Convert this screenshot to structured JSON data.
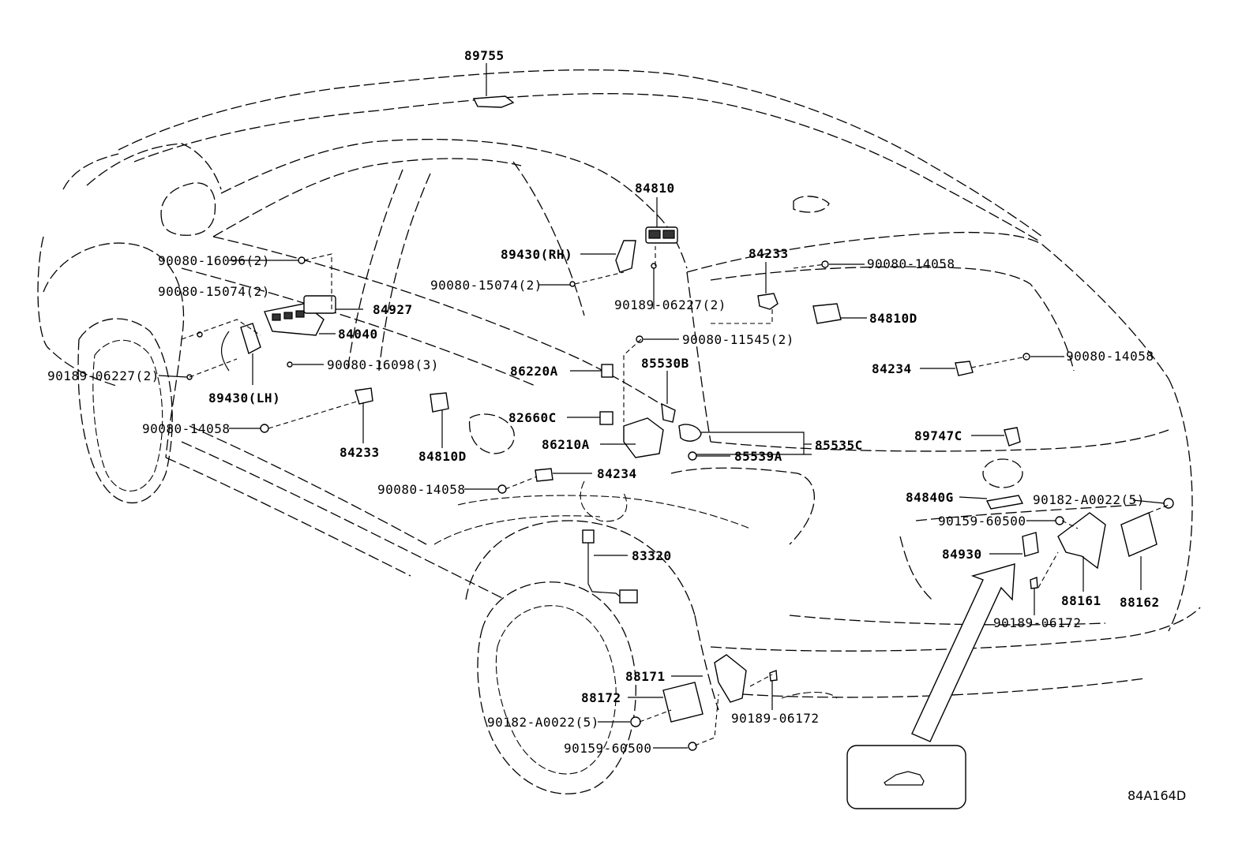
{
  "parts": {
    "p89755": "89755",
    "p84810": "84810",
    "p89430rh": "89430(RH)",
    "p90080_15074": "90080-15074(2)",
    "p90189_06227a": "90189-06227(2)",
    "p84233a": "84233",
    "p90080_14058a": "90080-14058",
    "p84810d_a": "84810D",
    "p90080_11545": "90080-11545(2)",
    "p85530b": "85530B",
    "p86220a": "86220A",
    "p82660c": "82660C",
    "p86210a": "86210A",
    "p85539a": "85539A",
    "p85535c": "85535C",
    "p84234a": "84234",
    "p90080_14058b": "90080-14058",
    "p89747c": "89747C",
    "p84840g": "84840G",
    "p90182_a0022a": "90182-A0022(5)",
    "p90159_60500a": "90159-60500",
    "p84930": "84930",
    "p88161": "88161",
    "p88162": "88162",
    "p90189_06172a": "90189-06172",
    "p90080_16096": "90080-16096(2)",
    "p84927": "84927",
    "p90080_15074b": "90080-15074(2)",
    "p84040": "84040",
    "p90080_16098": "90080-16098(3)",
    "p90189_06227b": "90189-06227(2)",
    "p89430lh": "89430(LH)",
    "p90080_14058c": "90080-14058",
    "p84233b": "84233",
    "p84810d_b": "84810D",
    "p84234b": "84234",
    "p90080_14058d": "90080-14058",
    "p83320": "83320",
    "p88171": "88171",
    "p88172": "88172",
    "p90182_a0022b": "90182-A0022(5)",
    "p90159_60500b": "90159-60500",
    "p90189_06172b": "90189-06172"
  },
  "diagram_code": "84A164D"
}
